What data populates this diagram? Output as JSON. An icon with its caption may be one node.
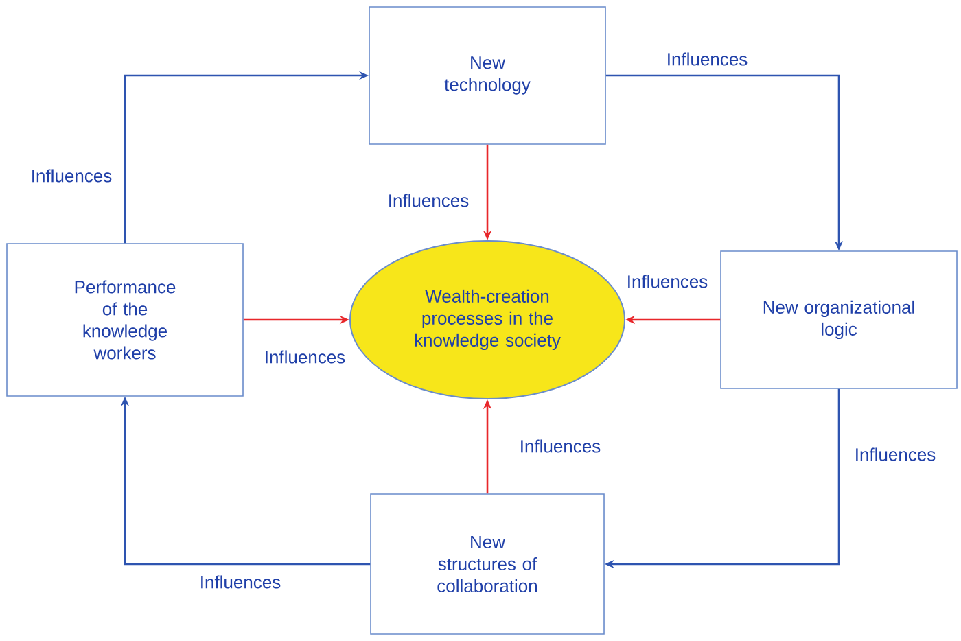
{
  "diagram": {
    "nodes": [
      {
        "text": [
          "New technology"
        ]
      },
      {
        "text": [
          "Performance of the knowledge workers"
        ]
      },
      {
        "text": [
          "Wealth-creation processes in the knowledge society"
        ]
      },
      {
        "text": [
          "New organizational logic"
        ]
      },
      {
        "text": [
          "New structures of collaboration"
        ]
      }
    ],
    "edges": [
      {
        "from": 1,
        "to": 0,
        "arrow": "to",
        "label": "Influences",
        "color": "#2e54b0"
      },
      {
        "from": 0,
        "to": 3,
        "arrow": "to",
        "label": "Influences",
        "color": "#2e54b0"
      },
      {
        "from": 3,
        "to": 4,
        "arrow": "to",
        "label": "Influences",
        "color": "#2e54b0"
      },
      {
        "from": 4,
        "to": 1,
        "arrow": "to",
        "label": "Influences",
        "color": "#2e54b0"
      },
      {
        "from": 0,
        "to": 2,
        "arrow": "to",
        "label": "Influences",
        "color": "#e8262a"
      },
      {
        "from": 3,
        "to": 2,
        "arrow": "to",
        "label": "Influences",
        "color": "#e8262a"
      },
      {
        "from": 1,
        "to": 2,
        "arrow": "to",
        "label": "Influences",
        "color": "#e8262a"
      },
      {
        "from": 4,
        "to": 2,
        "arrow": "to",
        "label": "Influences",
        "color": "#e8262a"
      }
    ]
  }
}
